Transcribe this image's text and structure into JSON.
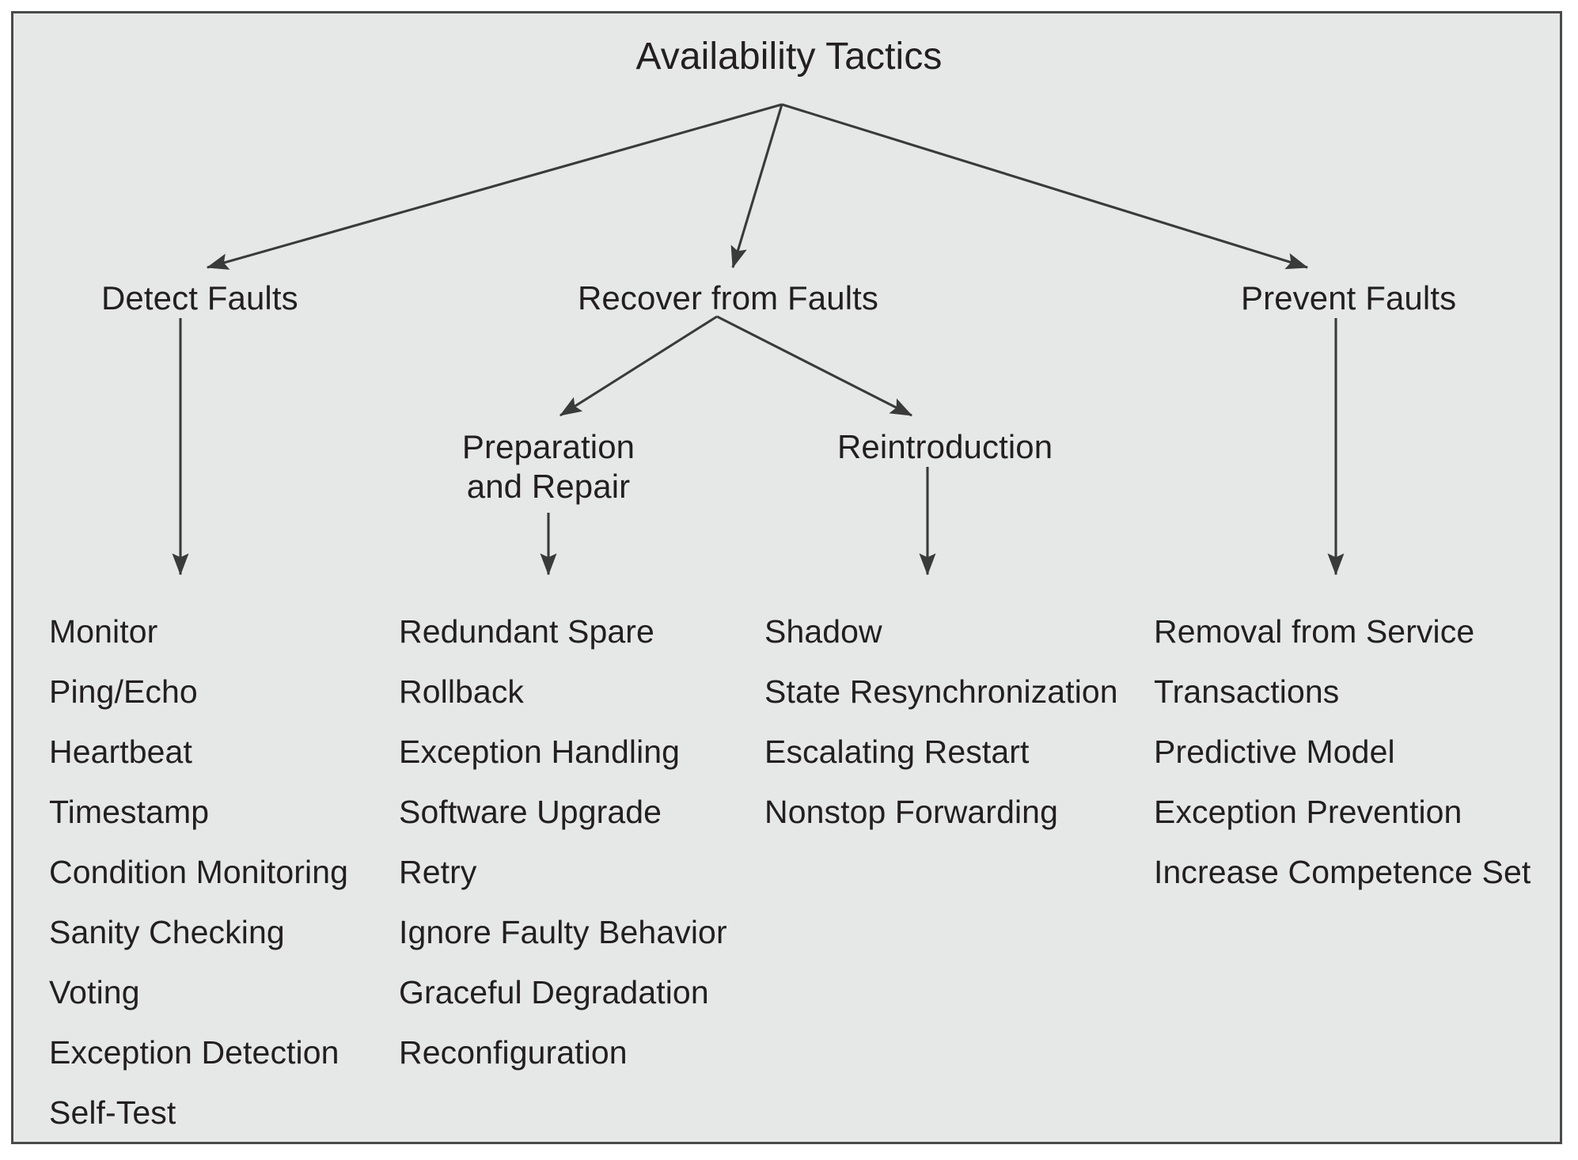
{
  "figure": {
    "title": "Availability Tactics",
    "background_color": "#e6e8e8",
    "border_color": "#4a4a4a",
    "text_color": "#231f20",
    "arrow_color": "#3a3a3a"
  },
  "nodes": {
    "root": "Availability Tactics",
    "detect_faults": "Detect Faults",
    "recover_from_faults": "Recover from Faults",
    "prevent_faults": "Prevent Faults",
    "preparation_and_repair_line1": "Preparation",
    "preparation_and_repair_line2": "and Repair",
    "reintroduction": "Reintroduction"
  },
  "columns": [
    {
      "parent": "Detect Faults",
      "items": [
        "Monitor",
        "Ping/Echo",
        "Heartbeat",
        "Timestamp",
        "Condition Monitoring",
        "Sanity Checking",
        "Voting",
        "Exception Detection",
        "Self-Test"
      ]
    },
    {
      "parent": "Preparation and Repair",
      "items": [
        "Redundant Spare",
        "Rollback",
        "Exception Handling",
        "Software Upgrade",
        "Retry",
        "Ignore Faulty Behavior",
        "Graceful Degradation",
        "Reconfiguration"
      ]
    },
    {
      "parent": "Reintroduction",
      "items": [
        "Shadow",
        "State Resynchronization",
        "Escalating Restart",
        "Nonstop Forwarding"
      ]
    },
    {
      "parent": "Prevent Faults",
      "items": [
        "Removal from Service",
        "Transactions",
        "Predictive Model",
        "Exception Prevention",
        "Increase Competence Set"
      ]
    }
  ]
}
